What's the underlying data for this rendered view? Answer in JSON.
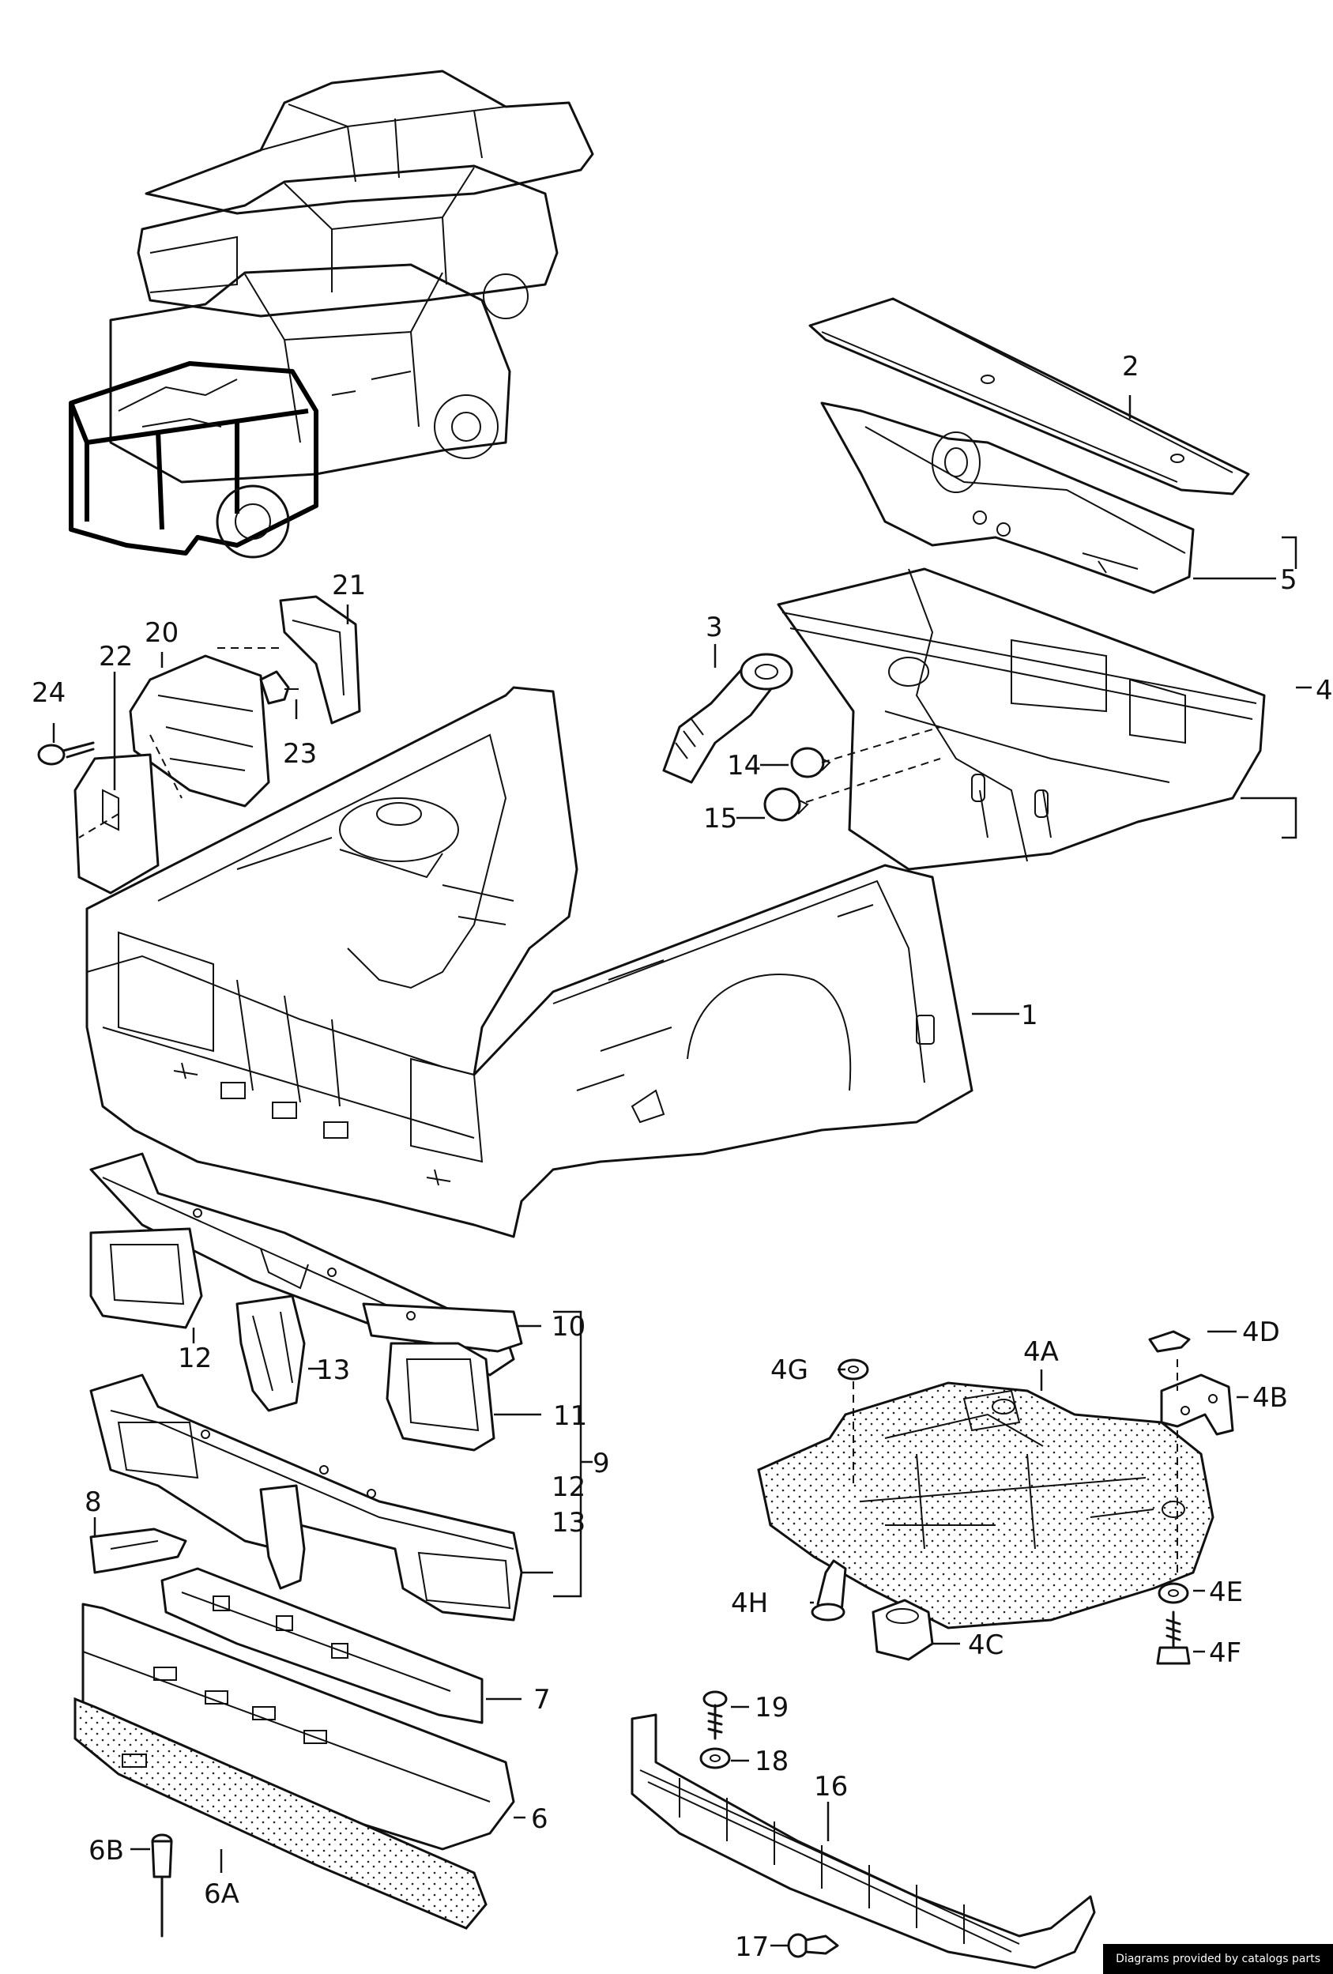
{
  "callouts": {
    "c1": "1",
    "c2": "2",
    "c3": "3",
    "c4": "4",
    "c5": "5",
    "c4a": "4A",
    "c4b": "4B",
    "c4c": "4C",
    "c4d": "4D",
    "c4e": "4E",
    "c4f": "4F",
    "c4g": "4G",
    "c4h": "4H",
    "c6": "6",
    "c6a": "6A",
    "c6b": "6B",
    "c7": "7",
    "c8": "8",
    "c9": "9",
    "c10": "10",
    "c11": "11",
    "c12a": "12",
    "c12b": "12",
    "c13a": "13",
    "c13b": "13",
    "c14": "14",
    "c15": "15",
    "c16": "16",
    "c17": "17",
    "c18": "18",
    "c19": "19",
    "c20": "20",
    "c21": "21",
    "c22": "22",
    "c23": "23",
    "c24": "24"
  },
  "footer": {
    "credit": "Diagrams provided by catalogs parts"
  },
  "colors": {
    "line": "#111111",
    "background": "#ffffff",
    "footer_bg": "#000000",
    "footer_text": "#ffffff"
  }
}
